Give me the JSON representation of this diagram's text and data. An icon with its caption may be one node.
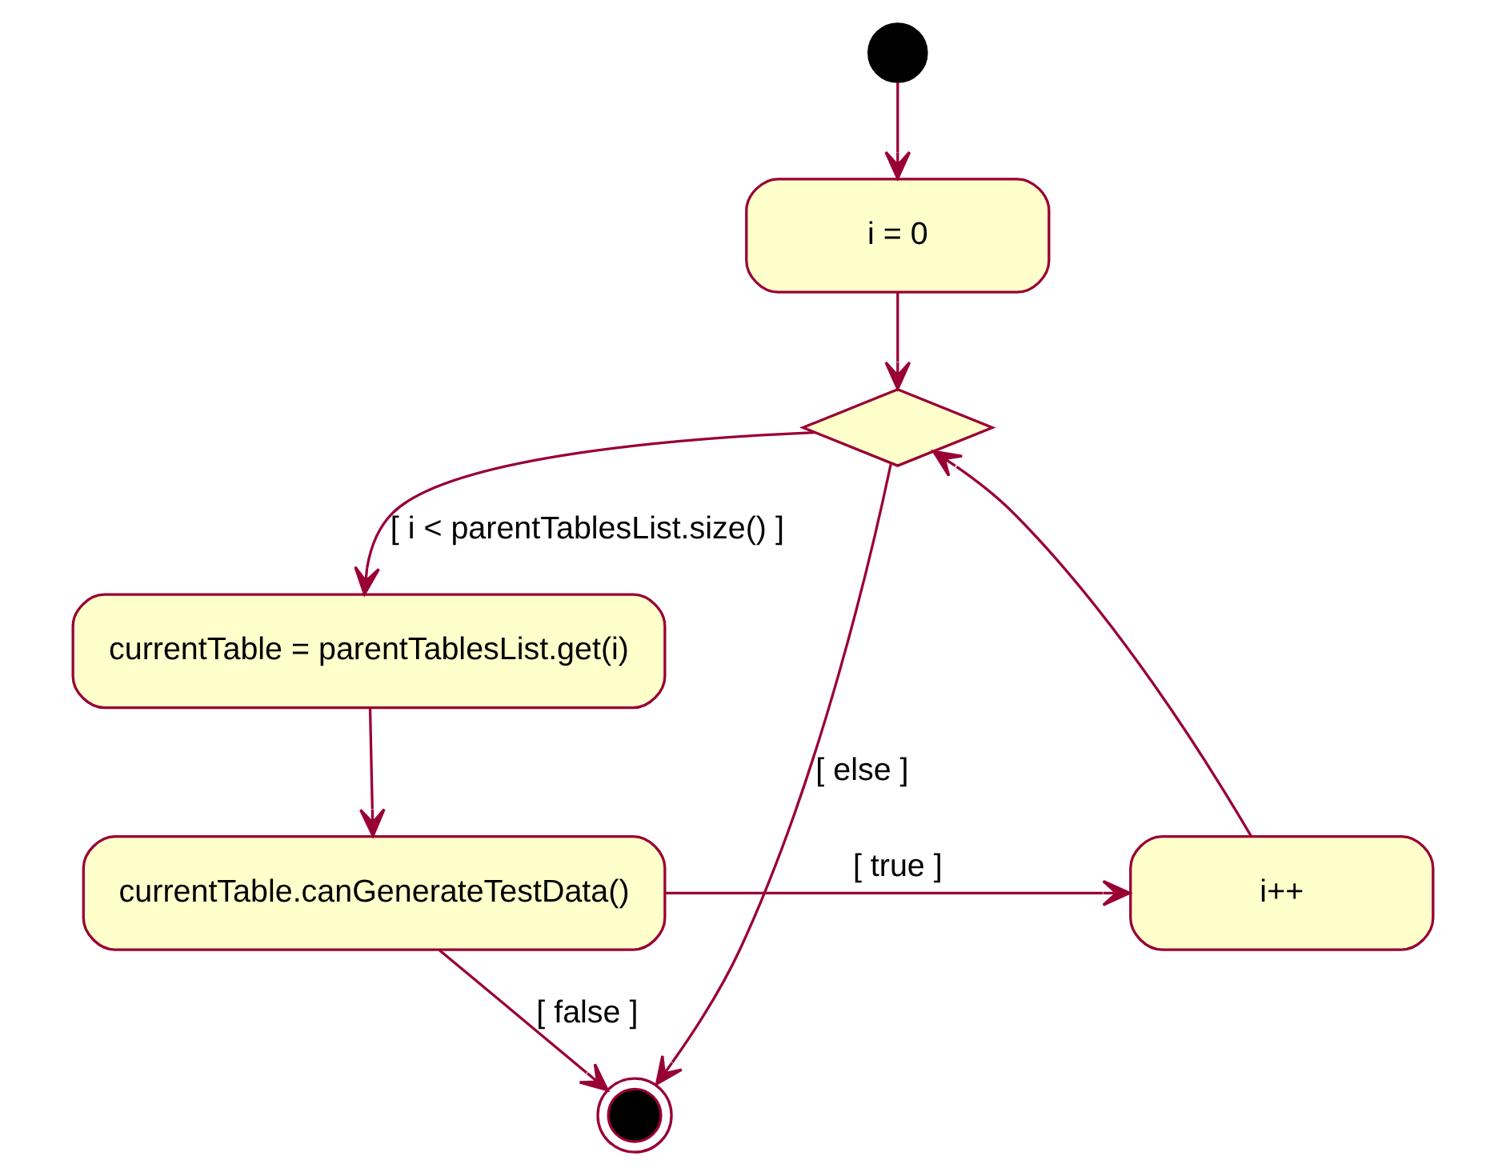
{
  "diagram": {
    "nodes": [
      {
        "text": [],
        "shape": "circle"
      },
      {
        "text": [
          "i = 0"
        ]
      },
      {
        "text": [],
        "shape": "diamond"
      },
      {
        "text": [
          "currentTable = parentTablesList.get(i)"
        ]
      },
      {
        "text": [
          "currentTable.canGenerateTestData()"
        ]
      },
      {
        "text": [
          "i++"
        ]
      },
      {
        "text": [],
        "shape": "circle"
      }
    ],
    "edges": [
      {
        "from": 0,
        "to": 1,
        "arrow": "to"
      },
      {
        "from": 1,
        "to": 2,
        "arrow": "to"
      },
      {
        "from": 2,
        "to": 3,
        "arrow": "to",
        "label": "[ i < parentTablesList.size() ]"
      },
      {
        "from": 3,
        "to": 4,
        "arrow": "to"
      },
      {
        "from": 4,
        "to": 5,
        "arrow": "to",
        "label": "[ true ]"
      },
      {
        "from": 5,
        "to": 2,
        "arrow": "to"
      },
      {
        "from": 4,
        "to": 6,
        "arrow": "to",
        "label": "[ false ]"
      },
      {
        "from": 2,
        "to": 6,
        "arrow": "to",
        "label": "[ else ]"
      }
    ]
  }
}
